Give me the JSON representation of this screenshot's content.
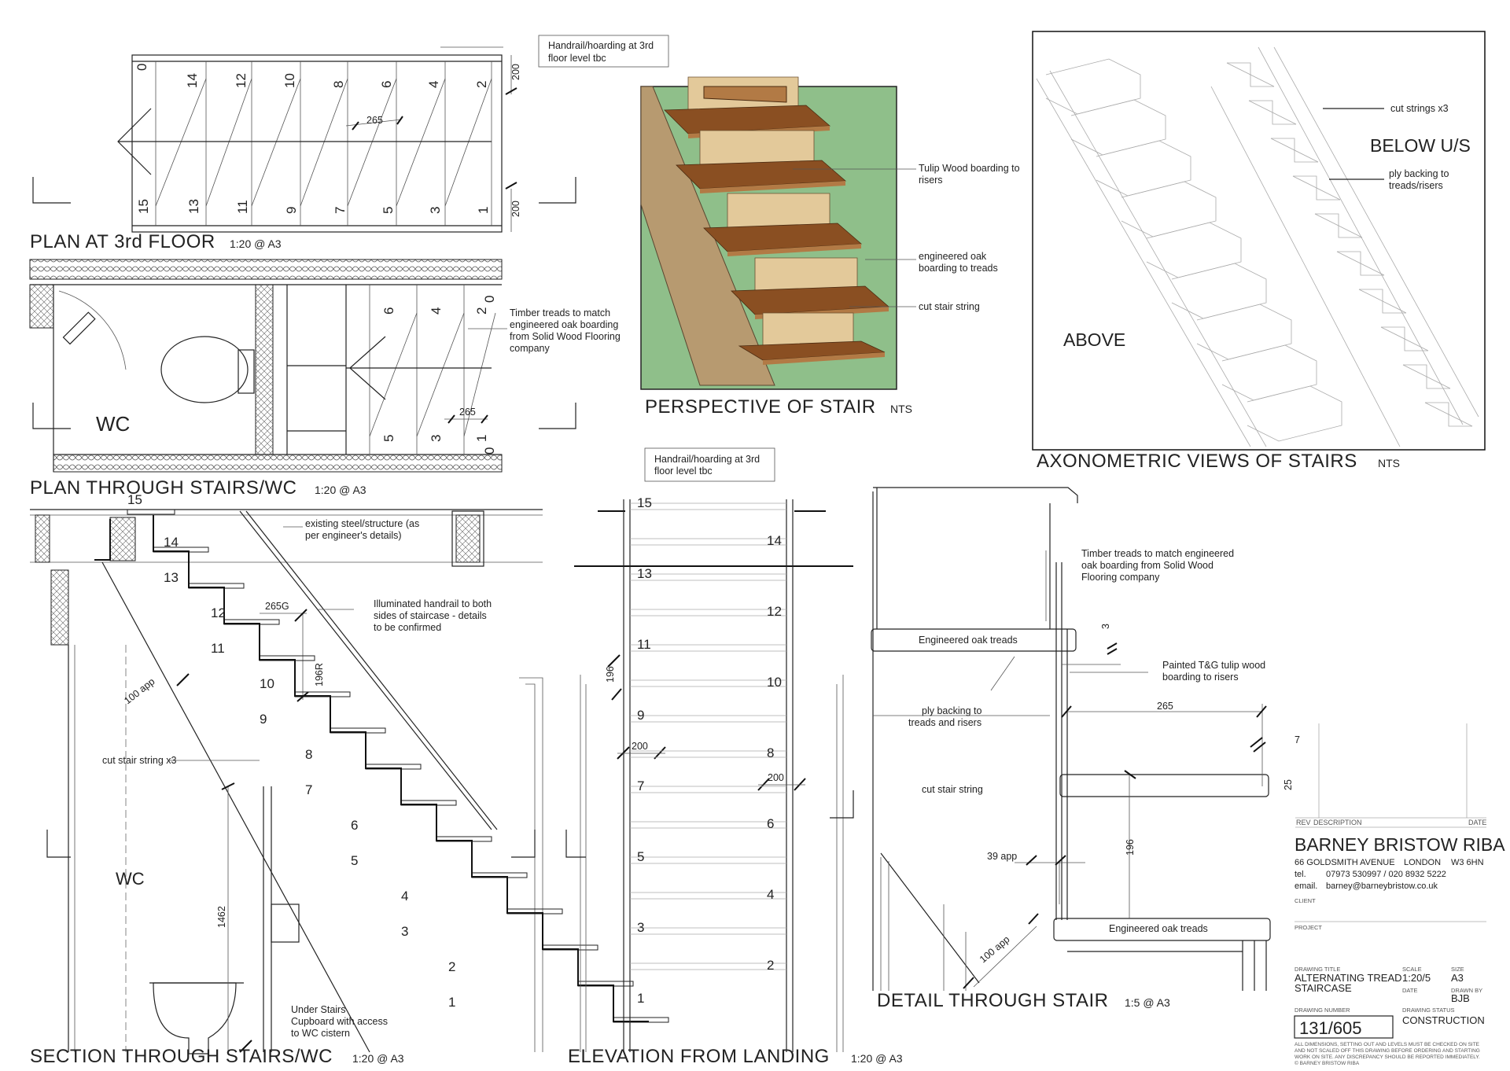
{
  "titles": {
    "plan3": "PLAN AT 3rd FLOOR",
    "plan3_scale": "1:20 @ A3",
    "plan_stairs": "PLAN THROUGH STAIRS/WC",
    "plan_stairs_scale": "1:20 @ A3",
    "perspective": "PERSPECTIVE OF STAIR",
    "perspective_scale": "NTS",
    "axo": "AXONOMETRIC VIEWS OF STAIRS",
    "axo_scale": "NTS",
    "section": "SECTION THROUGH STAIRS/WC",
    "section_scale": "1:20 @ A3",
    "elevation": "ELEVATION FROM LANDING",
    "elevation_scale": "1:20 @ A3",
    "detail": "DETAIL THROUGH STAIR",
    "detail_scale": "1:5 @ A3"
  },
  "plan3": {
    "note_l1": "Handrail/hoarding at 3rd",
    "note_l2": "floor level tbc",
    "top_nums": [
      "0",
      "14",
      "12",
      "10",
      "8",
      "6",
      "4",
      "2"
    ],
    "bottom_nums": [
      "15",
      "13",
      "11",
      "9",
      "7",
      "5",
      "3",
      "1"
    ],
    "dim_tread": "265",
    "dim_top": "200",
    "dim_bottom": "200"
  },
  "plan_stairs": {
    "wc": "WC",
    "top_nums": [
      "6",
      "4",
      "2",
      "0"
    ],
    "bottom_nums": [
      "5",
      "3",
      "1",
      "0"
    ],
    "dim_tread": "265",
    "note_l1": "Timber treads to match",
    "note_l2": "engineered oak boarding",
    "note_l3": "from Solid Wood Flooring",
    "note_l4": "company"
  },
  "perspective": {
    "label1_l1": "Tulip Wood boarding to",
    "label1_l2": "risers",
    "label2_l1": "engineered oak",
    "label2_l2": "boarding to treads",
    "label3": "cut stair string"
  },
  "axo": {
    "label_cut_strings": "cut strings x3",
    "label_below": "BELOW U/S",
    "label_ply_l1": "ply backing to",
    "label_ply_l2": "treads/risers",
    "label_above": "ABOVE"
  },
  "section": {
    "steps": [
      "15",
      "14",
      "13",
      "12",
      "11",
      "10",
      "9",
      "8",
      "7",
      "6",
      "5",
      "4",
      "3",
      "2",
      "1"
    ],
    "existing_l1": "existing steel/structure (as",
    "existing_l2": "per engineer's details)",
    "handrail_l1": "Illuminated handrail to both",
    "handrail_l2": "sides of staircase - details",
    "handrail_l3": "to be confirmed",
    "dim_tread": "265G",
    "dim_riser": "196R",
    "dim_app": "100 app",
    "cut_string": "cut stair string x3",
    "wc": "WC",
    "dim_height": "1462",
    "under_l1": "Under Stairs",
    "under_l2": "Cupboard with access",
    "under_l3": "to WC cistern"
  },
  "elevation": {
    "note_l1": "Handrail/hoarding at 3rd",
    "note_l2": "floor level tbc",
    "left_nums": [
      "15",
      "13",
      "11",
      "9",
      "7",
      "5",
      "3",
      "1"
    ],
    "right_nums": [
      "14",
      "12",
      "10",
      "8",
      "6",
      "4",
      "2"
    ],
    "dim_196": "196",
    "dim_200a": "200",
    "dim_200b": "200"
  },
  "detail": {
    "timber_l1": "Timber treads to match engineered",
    "timber_l2": "oak boarding from Solid Wood",
    "timber_l3": "Flooring company",
    "oak_top": "Engineered oak treads",
    "dim_3": "3",
    "painted_l1": "Painted T&G tulip wood",
    "painted_l2": "boarding to risers",
    "ply_l1": "ply backing to",
    "ply_l2": "treads and risers",
    "dim_265": "265",
    "dim_7": "7",
    "dim_25": "25",
    "cut_string": "cut stair string",
    "dim_196": "196",
    "dim_39": "39 app",
    "dim_100": "100 app",
    "oak_bottom": "Engineered oak treads"
  },
  "titleblock": {
    "rev": "REV",
    "description": "DESCRIPTION",
    "date": "DATE",
    "firm": "BARNEY BRISTOW RIBA",
    "address": "66 GOLDSMITH AVENUE",
    "city": "LONDON",
    "postcode": "W3 6HN",
    "tel_label": "tel.",
    "tel": "07973 530997 / 020 8932 5222",
    "email_label": "email.",
    "email": "barney@barneybristow.co.uk",
    "client_label": "CLIENT",
    "project_label": "PROJECT",
    "drawing_title_label": "DRAWING TITLE",
    "drawing_title_l1": "ALTERNATING TREAD",
    "drawing_title_l2": "STAIRCASE",
    "scale_label": "SCALE",
    "scale": "1:20/5",
    "size_label": "SIZE",
    "size": "A3",
    "date_label": "DATE",
    "drawn_label": "DRAWN BY",
    "drawn": "BJB",
    "number_label": "DRAWING NUMBER",
    "number": "131/605",
    "status_label": "DRAWING STATUS",
    "status": "CONSTRUCTION",
    "disclaimer_l1": "ALL DIMENSIONS, SETTING OUT AND LEVELS MUST BE CHECKED ON SITE",
    "disclaimer_l2": "AND NOT SCALED OFF THIS DRAWING BEFORE ORDERING AND STARTING",
    "disclaimer_l3": "WORK ON SITE. ANY DISCREPANCY SHOULD BE REPORTED IMMEDIATELY.",
    "copyright": "© BARNEY BRISTOW RIBA"
  },
  "colors": {
    "grass": "#8fbf8a",
    "oak": "#8a4f22",
    "oak_light": "#b27a45",
    "tulip": "#e3c99a",
    "string": "#b79a70"
  }
}
